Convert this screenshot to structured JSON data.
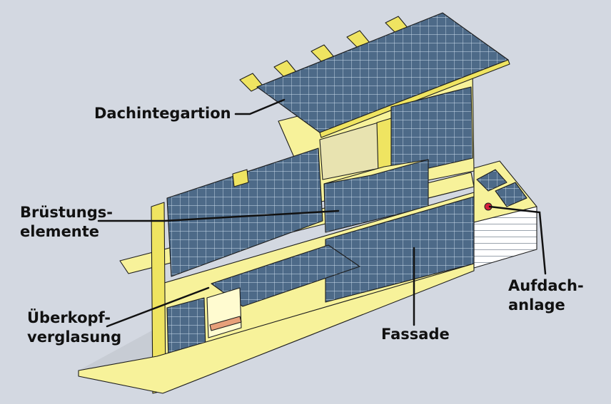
{
  "colors": {
    "background": "#d3d8e1",
    "structure": "#f7f29a",
    "structure_dark": "#e3db5e",
    "beam": "#efe461",
    "panel": "#4d6a88",
    "panel_grid": "#cfe0f0",
    "outline": "#1d1d1d",
    "leader_line": "#111111",
    "marker": "#d61f3a"
  },
  "labels": {
    "dach": [
      "Dachintegartion"
    ],
    "bruestung": [
      "Brüstungs-",
      "elemente"
    ],
    "ueberkopf": [
      "Überkopf-",
      "verglasung"
    ],
    "fassade": [
      "Fassade"
    ],
    "aufdach": [
      "Aufdach-",
      "anlage"
    ]
  }
}
